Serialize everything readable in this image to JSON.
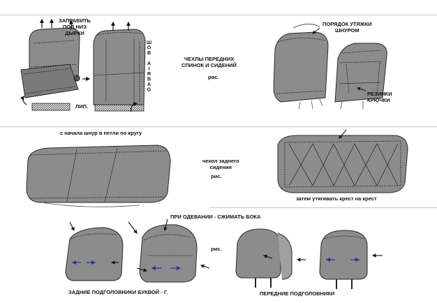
{
  "colors": {
    "seat_fill": "#8c8c8c",
    "seat_dark": "#6e6e6e",
    "outline": "#2a2a2a",
    "seam": "#1c1c1c",
    "divider": "#c8c8c8",
    "arrow_blue": "#2b3a8c"
  },
  "section1": {
    "label_pull_under": "ЗАПРАВИТЬ\nПОД НИЗ\nДЫРКИ",
    "label_airbag_seam": "ШОВ AIRBAG",
    "label_velcro": "ЛИП.",
    "title": "ЧЕХЛЫ ПЕРЕДНИХ\nСПИНОК И СИДЕНИЙ",
    "fig": "рис.",
    "label_tightening_order": "ПОРЯДОК УТЯЖКИ\nШНУРОМ",
    "label_elastic_hooks": "РЕЗИНКИ\nКРЮЧКИ"
  },
  "section2": {
    "label_start_cord": "с начала шнур в петли по кругу",
    "title": "чехол заднего\nсидения",
    "fig": "рис.",
    "label_cross": "затем утягивать крест на крест"
  },
  "section3": {
    "label_squeeze": "ПРИ ОДЕВАНИИ - СЖИМАТЬ БОКА",
    "fig": "рис.",
    "label_rear_headrests": "ЗАДНИЕ ПОДГОЛОВНИКИ БУКВОЙ - Г.",
    "label_front_headrests": "ПЕРЕДНИЕ ПОДГОЛОВНИКИ"
  }
}
